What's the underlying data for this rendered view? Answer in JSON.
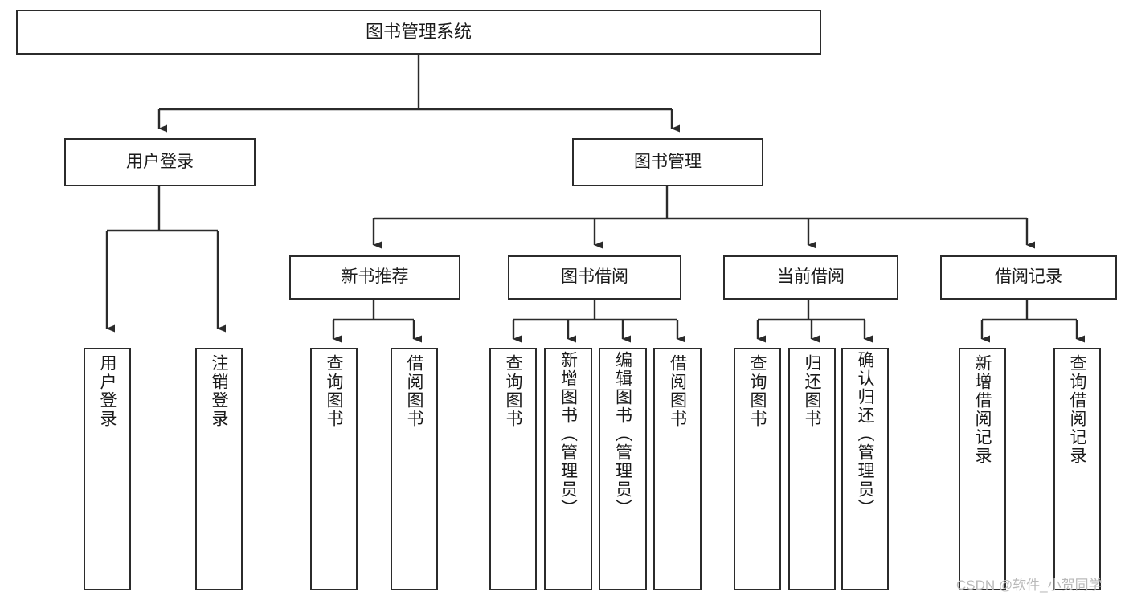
{
  "diagram": {
    "title": "图书管理系统",
    "type": "hierarchy-tree",
    "watermark": "CSDN @软件_小贺同学",
    "colors": {
      "stroke": "#2b2b2b",
      "fill": "#ffffff",
      "text": "#1a1a1a",
      "watermark": "#b9b9b9"
    },
    "nodes": {
      "root": {
        "label": "图书管理系统",
        "level": 0
      },
      "level1": [
        {
          "id": "user-login",
          "label": "用户登录"
        },
        {
          "id": "book-manage",
          "label": "图书管理"
        }
      ],
      "level2": [
        {
          "id": "new-book-rec",
          "label": "新书推荐"
        },
        {
          "id": "book-borrow",
          "label": "图书借阅"
        },
        {
          "id": "current-borrow",
          "label": "当前借阅"
        },
        {
          "id": "borrow-record",
          "label": "借阅记录"
        }
      ],
      "leaves": {
        "user_login": [
          {
            "id": "leaf-user-login",
            "label": "用户登录"
          },
          {
            "id": "leaf-logout",
            "label": "注销登录"
          }
        ],
        "new_book_rec": [
          {
            "id": "leaf-query-book-1",
            "label": "查询图书"
          },
          {
            "id": "leaf-borrow-book-1",
            "label": "借阅图书"
          }
        ],
        "book_borrow": [
          {
            "id": "leaf-query-book-2",
            "label": "查询图书"
          },
          {
            "id": "leaf-add-book",
            "label": "新增图书（管理员）"
          },
          {
            "id": "leaf-edit-book",
            "label": "编辑图书（管理员）"
          },
          {
            "id": "leaf-borrow-book-2",
            "label": "借阅图书"
          }
        ],
        "current_borrow": [
          {
            "id": "leaf-query-book-3",
            "label": "查询图书"
          },
          {
            "id": "leaf-return-book",
            "label": "归还图书"
          },
          {
            "id": "leaf-confirm-return",
            "label": "确认归还（管理员）"
          }
        ],
        "borrow_record": [
          {
            "id": "leaf-add-record",
            "label": "新增借阅记录"
          },
          {
            "id": "leaf-query-record",
            "label": "查询借阅记录"
          }
        ]
      }
    }
  }
}
